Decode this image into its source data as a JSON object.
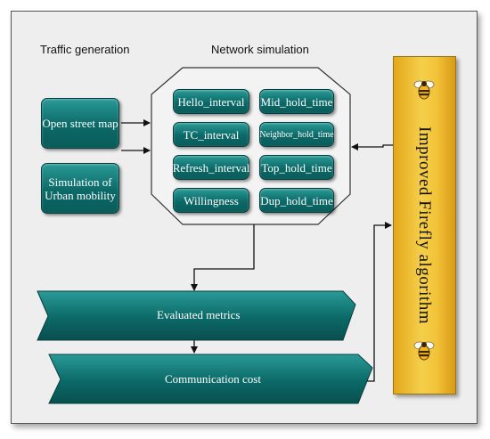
{
  "sections": {
    "traffic_generation": "Traffic generation",
    "network_simulation": "Network simulation"
  },
  "traffic_inputs": {
    "open_street_map": "Open street map",
    "sumo_line1": "Simulation of",
    "sumo_line2": "Urban mobility"
  },
  "parameters": {
    "left": [
      "Hello_interval",
      "TC_interval",
      "Refresh_interval",
      "Willingness"
    ],
    "right": [
      "Mid_hold_time",
      "Neighbor_hold_time",
      "Top_hold_time",
      "Dup_hold_time"
    ]
  },
  "stages": {
    "evaluated_metrics": "Evaluated metrics",
    "communication_cost": "Communication cost"
  },
  "optimizer": {
    "label": "Improved Firefly algorithm",
    "icon": "bee-icon"
  },
  "colors": {
    "teal": "#0b6967",
    "gold": "#f2c238",
    "frame": "#eeeeee"
  }
}
